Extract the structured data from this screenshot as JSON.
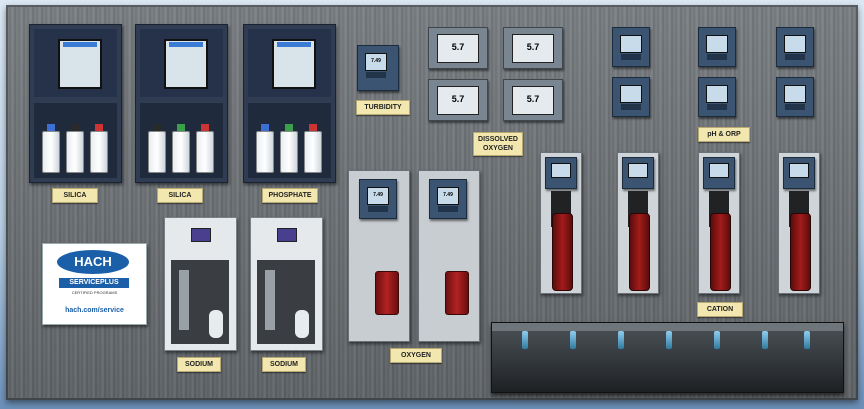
{
  "labels": {
    "silica_1": "SILICA",
    "silica_2": "SILICA",
    "phosphate": "PHOSPHATE",
    "turbidity": "TURBIDITY",
    "dissolved_oxygen": "DISSOLVED\nOXYGEN",
    "ph_orp": "pH & ORP",
    "sodium_1": "SODIUM",
    "sodium_2": "SODIUM",
    "oxygen": "OXYGEN",
    "cation": "CATION"
  },
  "logo": {
    "brand": "HACH",
    "program": "SERVICEPLUS",
    "subtitle": "CERTIFIED PROGRAMS",
    "url": "hach.com/service"
  },
  "readings": {
    "turbidity": "7.49",
    "do_1": "5.7",
    "do_2": "5.7",
    "do_3": "5.7",
    "do_4": "5.7",
    "oxygen_1": "7.49",
    "oxygen_2": "7.49"
  },
  "colors": {
    "panel": "#6b7074",
    "label_bg": "#f3e7b0",
    "brand_blue": "#1b5fa8",
    "cation_cylinder": "#a31b1b"
  }
}
